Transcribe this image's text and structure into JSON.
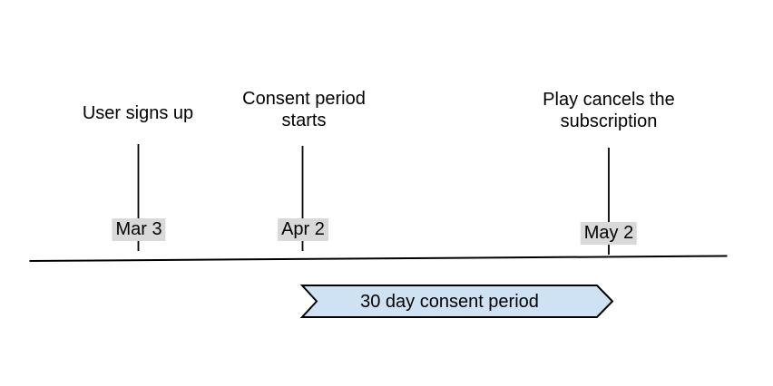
{
  "canvas": {
    "background": "#ffffff"
  },
  "timeline": {
    "events": [
      {
        "label": "User signs up",
        "date": "Mar 3"
      },
      {
        "label": "Consent period starts",
        "date": "Apr 2"
      },
      {
        "label": "Play cancels the subscription",
        "date": "May 2"
      }
    ],
    "banner": {
      "label": "30 day consent period",
      "fill": "#cfe2f3",
      "stroke": "#000000"
    },
    "colors": {
      "date_label_background": "#d9d9d9",
      "axis_line": "#000000",
      "tick_line": "#000000",
      "text": "#000000"
    }
  }
}
